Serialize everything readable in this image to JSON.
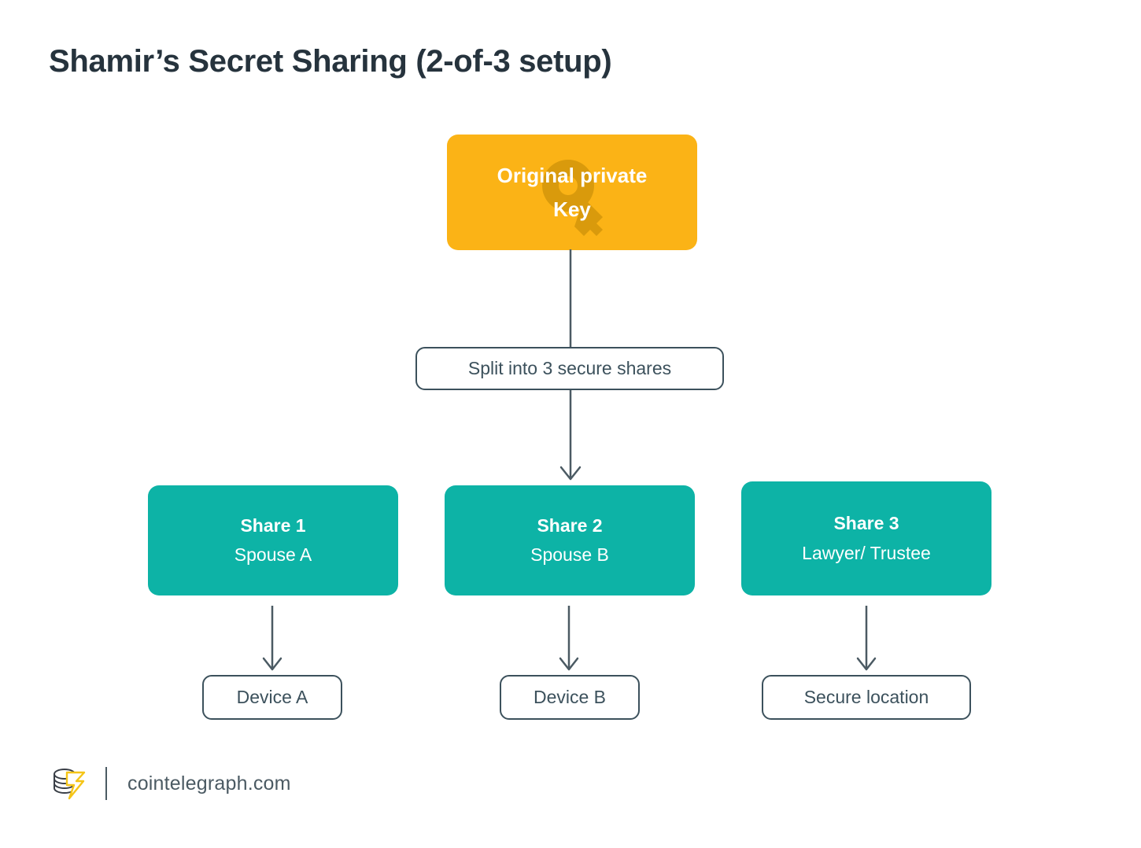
{
  "title": "Shamir’s Secret Sharing (2-of-3 setup)",
  "colors": {
    "background": "#ffffff",
    "title_text": "#26333d",
    "orange": "#fbb316",
    "orange_icon": "#d99a0c",
    "teal": "#0db3a6",
    "outline": "#3c515c",
    "connector": "#4b5a63",
    "footer_text": "#4b5a63",
    "logo_accent": "#f5c518"
  },
  "root": {
    "icon": "key-icon",
    "line1": "Original private",
    "line2": "Key"
  },
  "split": {
    "label": "Split into 3 secure shares"
  },
  "shares": [
    {
      "title": "Share 1",
      "holder": "Spouse A",
      "destination": "Device A"
    },
    {
      "title": "Share 2",
      "holder": "Spouse B",
      "destination": "Device B"
    },
    {
      "title": "Share 3",
      "holder": "Lawyer/ Trustee",
      "destination": "Secure location"
    }
  ],
  "footer": {
    "logo": "cointelegraph-logo-icon",
    "url": "cointelegraph.com"
  }
}
